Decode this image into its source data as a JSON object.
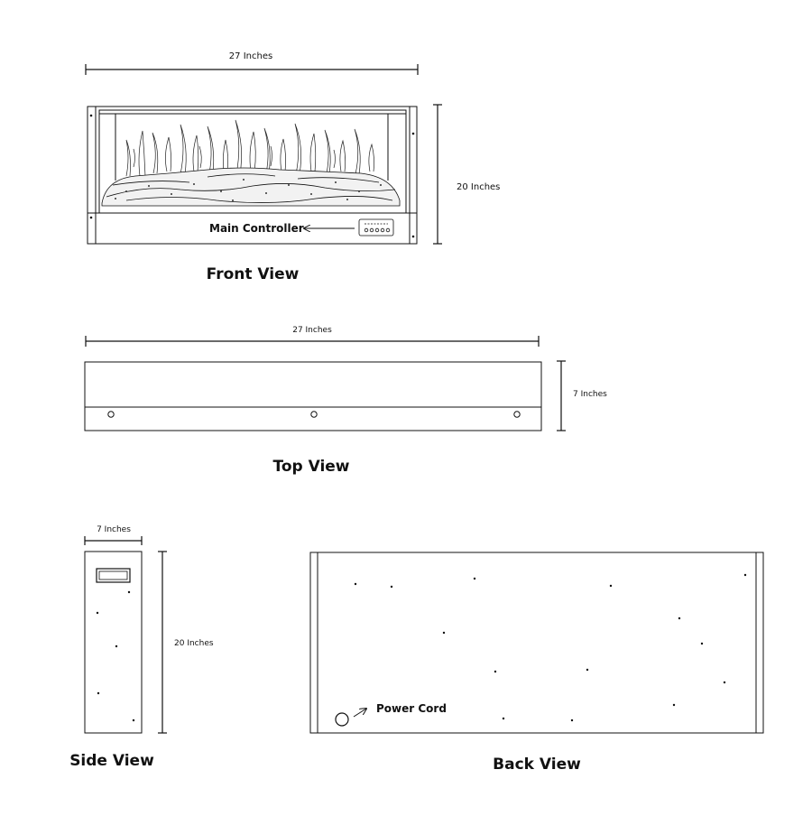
{
  "front_view": {
    "title": "Front View",
    "width_label": "27 Inches",
    "height_label": "20 Inches",
    "controller_label": "Main Controller"
  },
  "top_view": {
    "title": "Top View",
    "width_label": "27 Inches",
    "depth_label": "7 Inches"
  },
  "side_view": {
    "title": "Side View",
    "depth_label": "7 Inches",
    "height_label": "20 Inches"
  },
  "back_view": {
    "title": "Back View",
    "power_label": "Power Cord"
  },
  "colors": {
    "line": "#111111",
    "background": "#ffffff"
  }
}
